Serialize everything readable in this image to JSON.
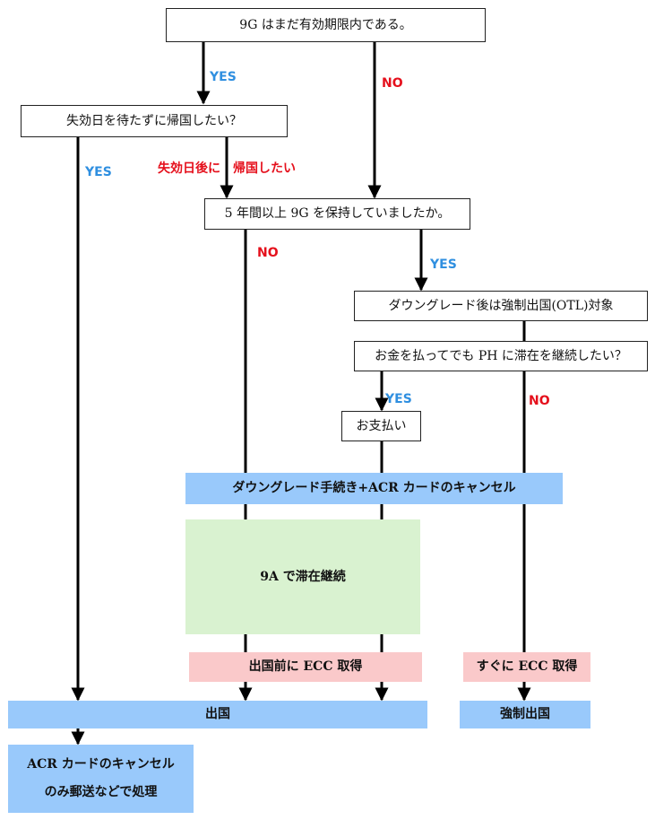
{
  "nodes": {
    "valid_9g": "9G はまだ有効期限内である。",
    "return_before_expiry": "失効日を待たずに帰国したい？",
    "held_5_years": "5 年間以上 9G を保持していましたか。",
    "otl_target": "ダウングレード後は強制出国(OTL)対象",
    "pay_to_stay": "お金を払ってでも PH に滞在を継続したい？",
    "payment": "お支払い",
    "downgrade_cancel_acr": "ダウングレード手続き+ACR カードのキャンセル",
    "stay_9a": "9A で滞在継続",
    "ecc_before_departure": "出国前に ECC 取得",
    "ecc_immediately": "すぐに ECC 取得",
    "departure": "出国",
    "forced_departure": "強制出国",
    "acr_mail_line1": "ACR カードのキャンセル",
    "acr_mail_line2": "のみ郵送などで処理"
  },
  "labels": {
    "yes": "YES",
    "no": "NO",
    "return_after_expiry": "失効日後に　帰国したい"
  },
  "colors": {
    "yes": "#2f8fe0",
    "no": "#e5101c",
    "blue_fill": "#99c9fb",
    "green_fill": "#d9f2d0",
    "pink_fill": "#fac9ca"
  }
}
